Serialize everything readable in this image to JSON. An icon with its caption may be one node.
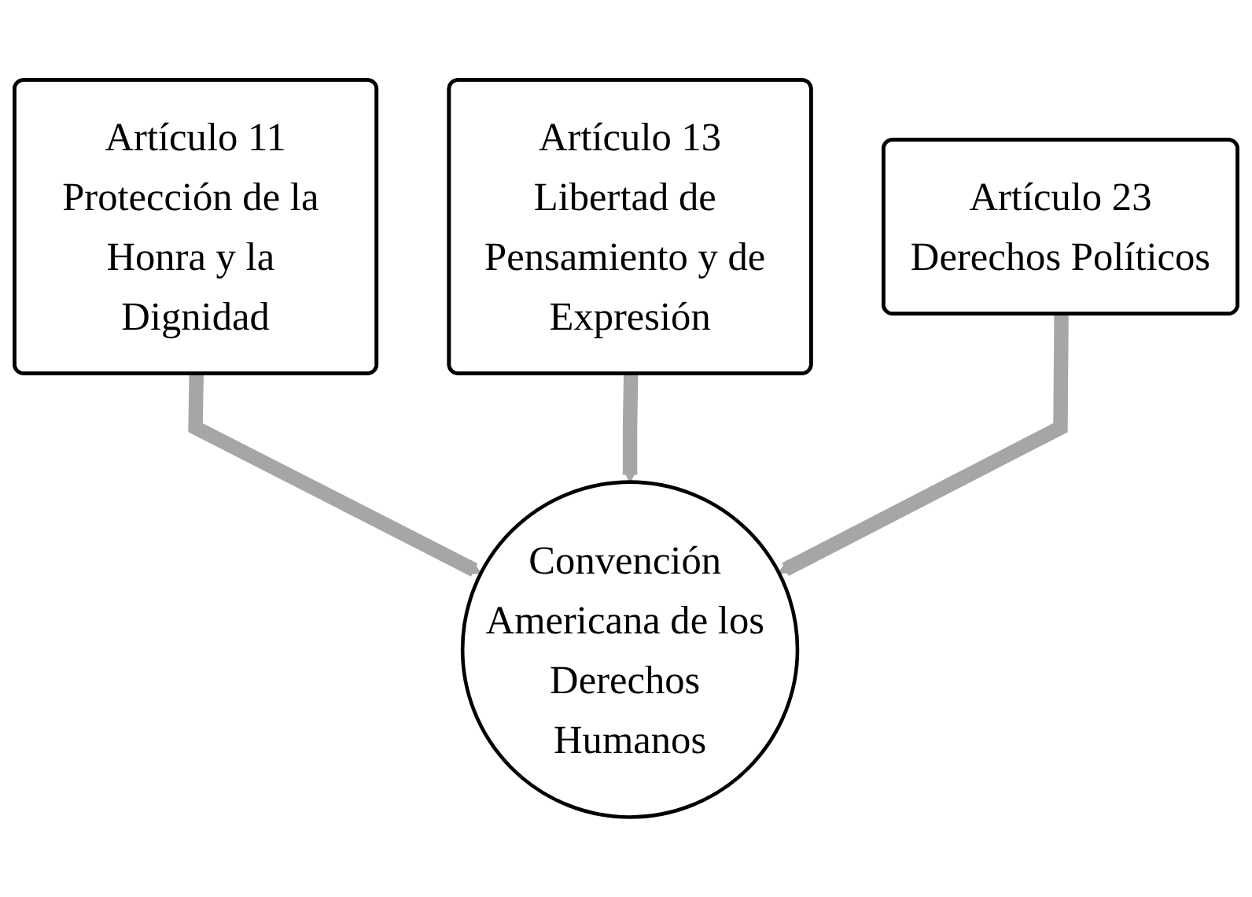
{
  "diagram": {
    "nodes": [
      {
        "text": [
          "Artículo 11",
          "Protección de la Honra y la Dignidad"
        ]
      },
      {
        "text": [
          "Artículo 13",
          "Libertad de Pensamiento y de Expresión"
        ]
      },
      {
        "text": [
          "Artículo 23",
          "Derechos Políticos"
        ]
      },
      {
        "text": [
          "Convención Americana de los Derechos Humanos"
        ]
      }
    ],
    "edges": [
      {
        "from": 0,
        "to": 3,
        "arrow": "to"
      },
      {
        "from": 1,
        "to": 3,
        "arrow": "to"
      },
      {
        "from": 2,
        "to": 3,
        "arrow": "to"
      }
    ]
  }
}
